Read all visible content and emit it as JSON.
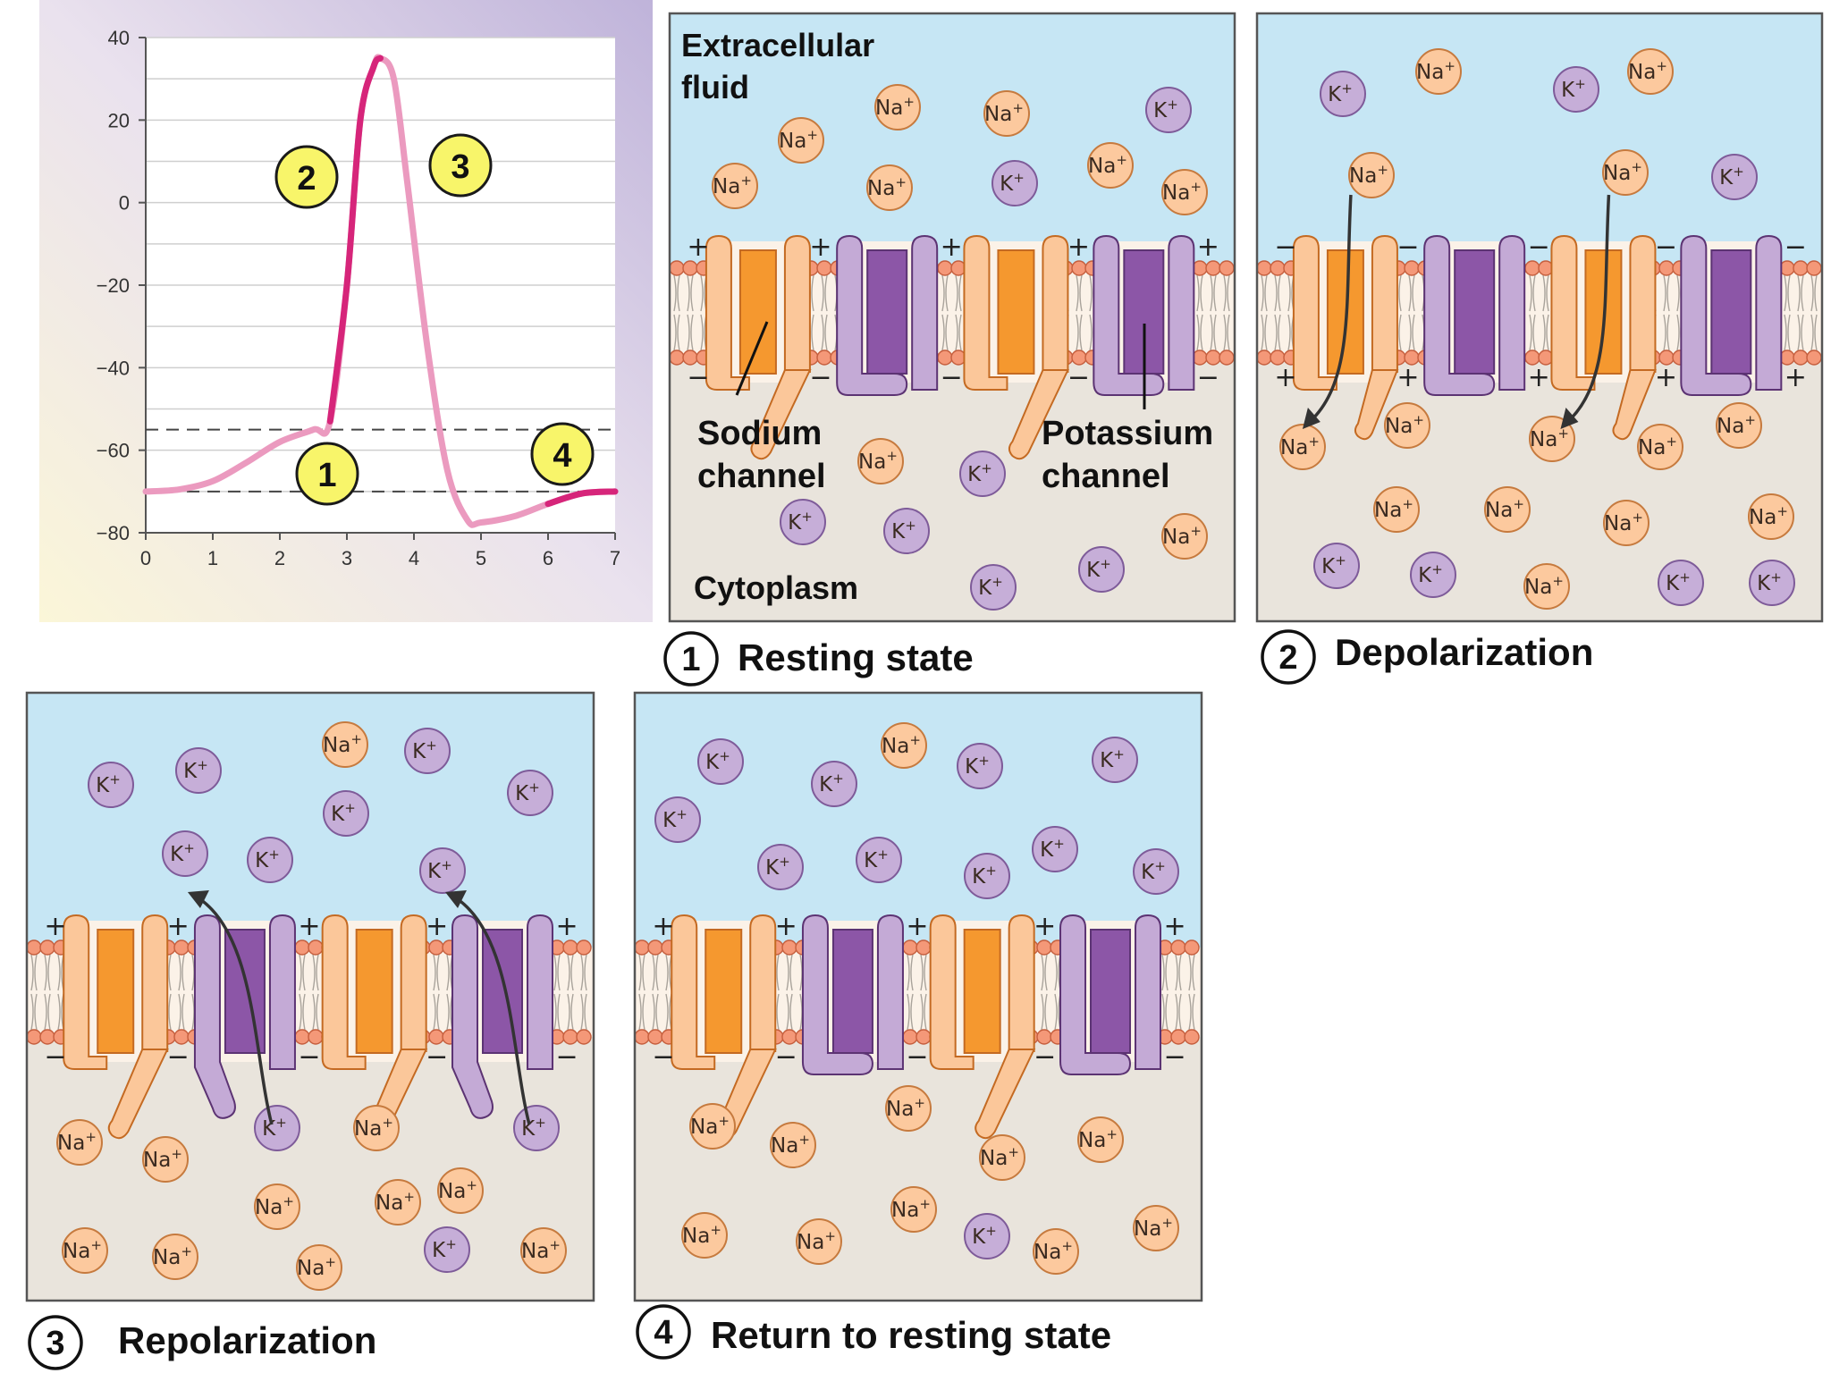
{
  "graph": {
    "y_ticks": [
      "40",
      "20",
      "0",
      "−20",
      "−40",
      "−60",
      "−80"
    ],
    "x_ticks": [
      "0",
      "1",
      "2",
      "3",
      "4",
      "5",
      "6",
      "7"
    ],
    "markers": [
      "1",
      "2",
      "3",
      "4"
    ]
  },
  "labels": {
    "extracellular": [
      "Extracellular",
      "fluid"
    ],
    "cytoplasm": "Cytoplasm",
    "sodium_channel": [
      "Sodium",
      "channel"
    ],
    "potassium_channel": [
      "Potassium",
      "channel"
    ]
  },
  "ions": {
    "na": "Na",
    "k": "K",
    "charge": "+"
  },
  "membrane_signs": {
    "plus": "+",
    "minus": "−"
  },
  "panels": [
    {
      "num": "1",
      "caption": "Resting state"
    },
    {
      "num": "2",
      "caption": "Depolarization"
    },
    {
      "num": "3",
      "caption": "Repolarization"
    },
    {
      "num": "4",
      "caption": "Return to resting state"
    }
  ],
  "colors": {
    "extracellular_fluid": "#c6e6f4",
    "cytoplasm": "#e9e4dc",
    "sodium_channel": "#f5982f",
    "sodium_channel_light": "#fbc79a",
    "potassium_channel": "#8c56a7",
    "potassium_channel_light": "#c4aad6",
    "na_ion": "#fcc99e",
    "k_ion": "#c6aed8",
    "curve": "#d6257a",
    "curve_light": "#eb9abf",
    "marker": "#f8f56a"
  },
  "chart_data": {
    "type": "line",
    "xlim": [
      0,
      7
    ],
    "ylim": [
      -80,
      40
    ],
    "x_ticks": [
      0,
      1,
      2,
      3,
      4,
      5,
      6,
      7
    ],
    "y_ticks": [
      40,
      20,
      0,
      -20,
      -40,
      -60,
      -80
    ],
    "threshold_lines": [
      -55,
      -70
    ],
    "series": [
      {
        "x": [
          0,
          0.5,
          1,
          1.5,
          2,
          2.5,
          2.75,
          3,
          3.2,
          3.4,
          3.5,
          3.7,
          3.9,
          4.2,
          4.5,
          4.8,
          5.0,
          5.5,
          6.0,
          6.5,
          7.0
        ],
        "values": [
          -70,
          -69.5,
          -67.5,
          -63,
          -58,
          -55,
          -53,
          -20,
          20,
          33,
          35,
          30,
          5,
          -35,
          -65,
          -77,
          -77.5,
          -76,
          -73,
          -70.5,
          -70
        ]
      }
    ],
    "grid": true
  }
}
